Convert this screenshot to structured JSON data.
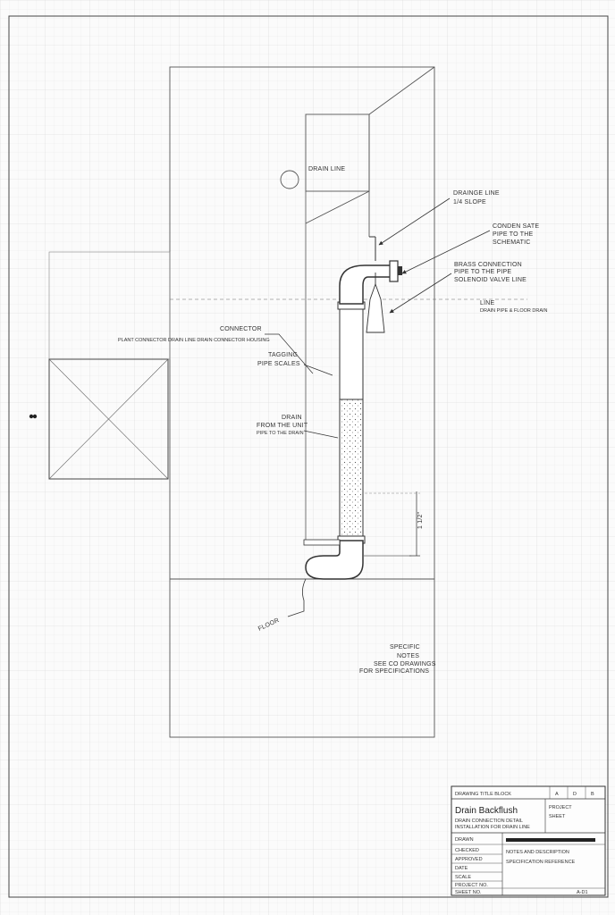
{
  "labels": {
    "drain_line": "DRAIN LINE",
    "top_right_1": "DRAINGE LINE",
    "top_right_2": "1/4 SLOPE",
    "mid_right_1": "CONDEN SATE",
    "mid_right_2": "PIPE TO THE",
    "mid_right_3": "SCHEMATIC",
    "mid_right_4": "BRASS CONNECTION",
    "mid_right_5": "PIPE TO THE PIPE",
    "mid_right_6": "SOLENOID VALVE LINE",
    "far_right_1": "LINE",
    "far_right_2": "DRAIN PIPE & FLOOR DRAIN",
    "left_1": "CONNECTOR",
    "left_2": "PLANT CONNECTOR DRAIN LINE DRAIN CONNECTOR HOUSING",
    "tag_1": "TAGGING",
    "tag_2": "PIPE SCALES",
    "drain_1": "DRAIN",
    "drain_2": "FROM THE UNIT",
    "drain_3": "PIPE TO THE DRAIN",
    "dim_label": "1 1/2\"",
    "floor_label": "FLOOR",
    "bottom_1": "SPECIFIC",
    "bottom_2": "NOTES",
    "bottom_3": "SEE CO DRAWINGS",
    "bottom_4": "FOR SPECIFICATIONS"
  },
  "title_block": {
    "header": "DRAWING TITLE BLOCK",
    "header_codes": [
      "A",
      "D",
      "B"
    ],
    "title": "Drain Backflush",
    "subtitle_1": "DRAIN CONNECTION DETAIL",
    "subtitle_2": "INSTALLATION FOR DRAIN LINE",
    "side_1": "PROJECT",
    "side_2": "SHEET",
    "rows": [
      "DRAWN",
      "CHECKED",
      "APPROVED",
      "DATE",
      "SCALE",
      "PROJECT NO.",
      "SHEET NO."
    ],
    "footer_1": "NOTES AND DESCRIPTION",
    "footer_2": "SPECIFICATION REFERENCE",
    "sheet_no": "A-D1"
  }
}
